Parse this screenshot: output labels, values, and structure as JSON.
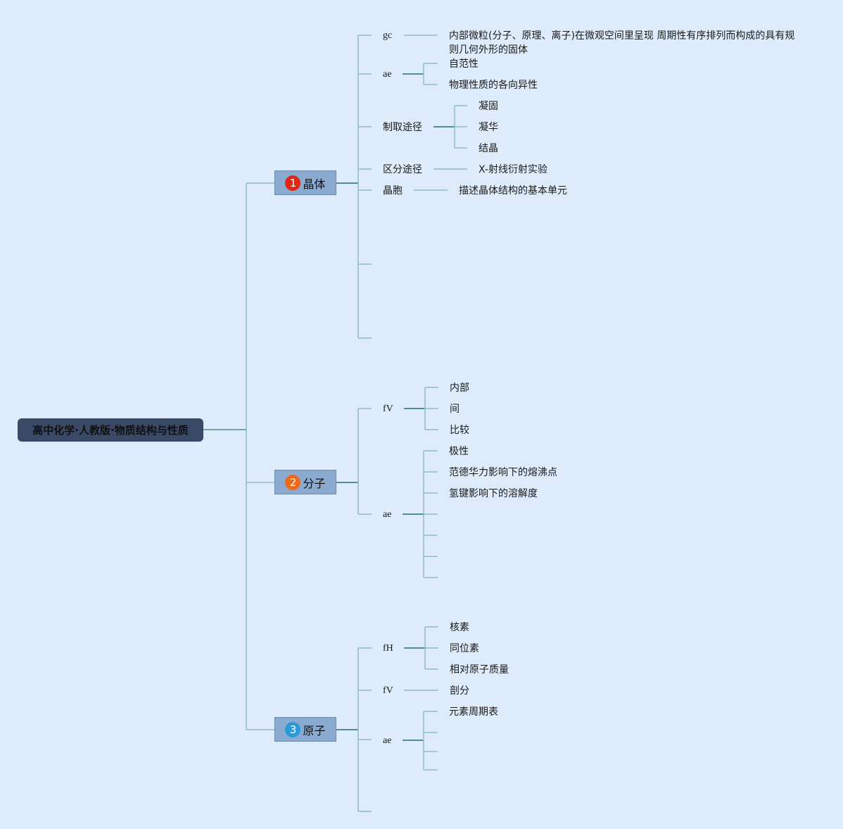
{
  "root": {
    "title": "高中化学·人教版·物质结构与性质"
  },
  "colors": {
    "background": "#ddebfb",
    "root_bg": "#3a4a66",
    "branch_bg": "#8aaad0",
    "line": "#5a9a9a",
    "badge1": "#e02818",
    "badge2": "#ee6a1a",
    "badge3": "#2a9ad8"
  },
  "branches": [
    {
      "num": "1",
      "label": "晶体",
      "children": [
        {
          "label": "gc",
          "children": [
            "内部微粒(分子、原理、离子)在微观空间里呈现 周期性有序排列而构成的具有规则几何外形的固体"
          ]
        },
        {
          "label": "ae",
          "children": [
            "自范性",
            "物理性质的各向异性"
          ]
        },
        {
          "label": "制取途径",
          "children": [
            "凝固",
            "凝华",
            "结晶"
          ]
        },
        {
          "label": "区分途径",
          "children": [
            "X-射线衍射实验"
          ]
        },
        {
          "label": "晶胞",
          "children": [
            "描述晶体结构的基本单元"
          ]
        }
      ]
    },
    {
      "num": "2",
      "label": "分子",
      "children": [
        {
          "label": "fV",
          "children": [
            "内部",
            "间",
            "比较"
          ]
        },
        {
          "label": "ae",
          "children": [
            "极性",
            "范德华力影响下的熔沸点",
            "氢键影响下的溶解度"
          ]
        }
      ]
    },
    {
      "num": "3",
      "label": "原子",
      "children": [
        {
          "label": "fH",
          "children": [
            "核素",
            "同位素",
            "相对原子质量"
          ]
        },
        {
          "label": "fV",
          "children": [
            "剖分"
          ]
        },
        {
          "label": "ae",
          "children": [
            "元素周期表"
          ]
        }
      ]
    }
  ]
}
